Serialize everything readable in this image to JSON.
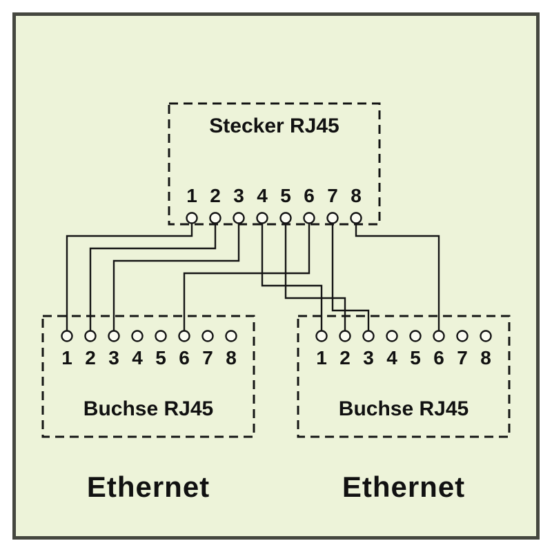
{
  "diagram": {
    "plug": {
      "title": "Stecker RJ45",
      "pins": [
        "1",
        "2",
        "3",
        "4",
        "5",
        "6",
        "7",
        "8"
      ]
    },
    "sockets": [
      {
        "id": "left",
        "title": "Buchse RJ45",
        "caption": "Ethernet",
        "pins": [
          "1",
          "2",
          "3",
          "4",
          "5",
          "6",
          "7",
          "8"
        ]
      },
      {
        "id": "right",
        "title": "Buchse RJ45",
        "caption": "Ethernet",
        "pins": [
          "1",
          "2",
          "3",
          "4",
          "5",
          "6",
          "7",
          "8"
        ]
      }
    ],
    "connections": [
      {
        "from_plug_pin": 1,
        "to_socket": "left",
        "to_pin": 1
      },
      {
        "from_plug_pin": 2,
        "to_socket": "left",
        "to_pin": 2
      },
      {
        "from_plug_pin": 3,
        "to_socket": "left",
        "to_pin": 3
      },
      {
        "from_plug_pin": 6,
        "to_socket": "left",
        "to_pin": 6
      },
      {
        "from_plug_pin": 4,
        "to_socket": "right",
        "to_pin": 1
      },
      {
        "from_plug_pin": 5,
        "to_socket": "right",
        "to_pin": 2
      },
      {
        "from_plug_pin": 7,
        "to_socket": "right",
        "to_pin": 3
      },
      {
        "from_plug_pin": 8,
        "to_socket": "right",
        "to_pin": 6
      }
    ],
    "colors": {
      "background": "#edf3d9",
      "frame_border": "#45473f",
      "line": "#141414",
      "pin_fill": "#fbfcf2"
    }
  }
}
